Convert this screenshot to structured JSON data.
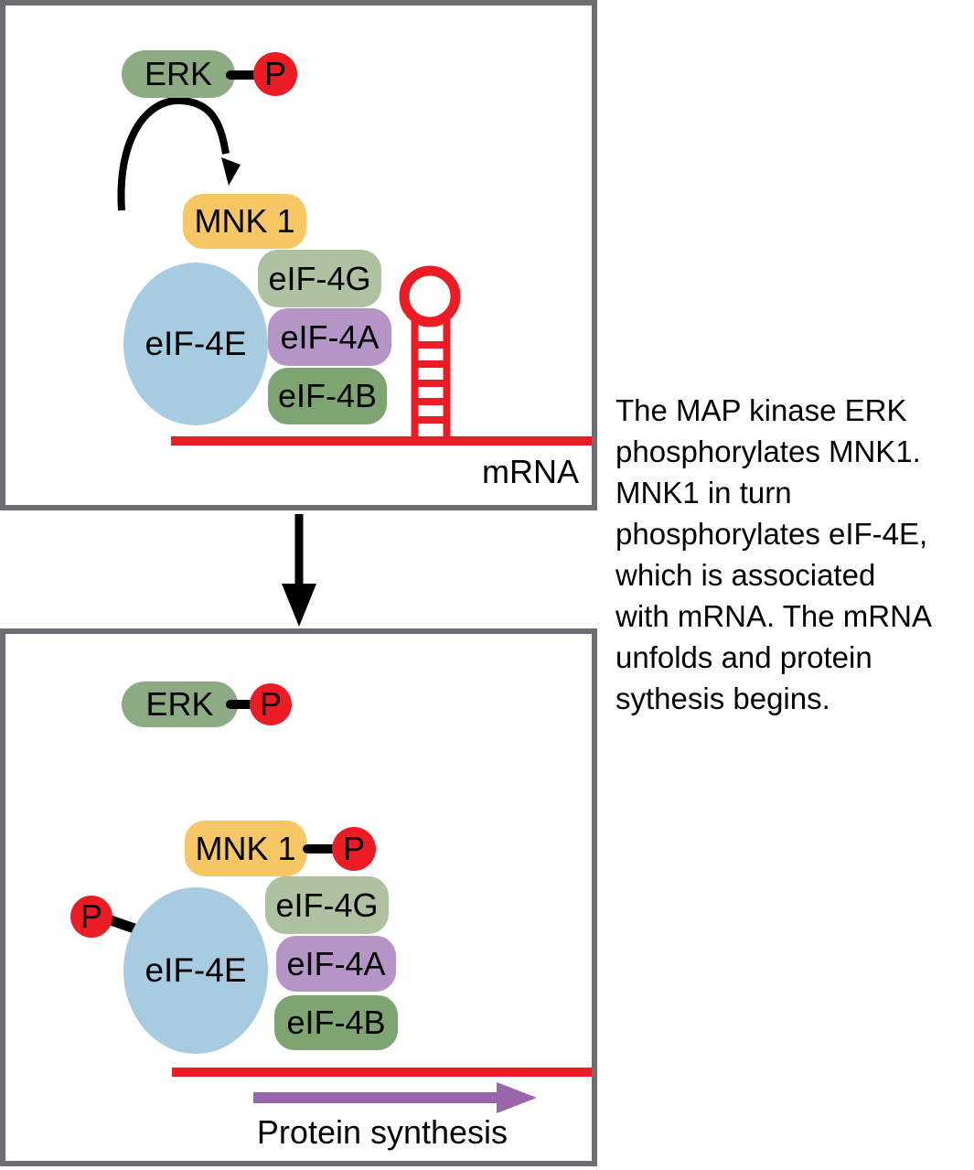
{
  "colors": {
    "panel_border": "#6d6e71",
    "erk_green": "#8cab82",
    "mnk_yellow": "#f7c665",
    "eif4g_sage": "#aec2a2",
    "eif4a_lilac": "#b495c6",
    "eif4b_green": "#7ea471",
    "eif4e_blue": "#a7cbe0",
    "phosphate_red": "#ec1c24",
    "mrna_red": "#ec1c24",
    "synthesis_purple": "#9866ab"
  },
  "top_panel": {
    "erk_label": "ERK",
    "phosphate_label": "P",
    "mnk1_label": "MNK 1",
    "eif4e_label": "eIF-4E",
    "eif4g_label": "eIF-4G",
    "eif4a_label": "eIF-4A",
    "eif4b_label": "eIF-4B",
    "mrna_label": "mRNA"
  },
  "bottom_panel": {
    "erk_label": "ERK",
    "erk_phosphate_label": "P",
    "mnk1_label": "MNK 1",
    "mnk1_phosphate_label": "P",
    "eif4e_label": "eIF-4E",
    "eif4e_phosphate_label": "P",
    "eif4g_label": "eIF-4G",
    "eif4a_label": "eIF-4A",
    "eif4b_label": "eIF-4B",
    "protein_synthesis_label": "Protein synthesis"
  },
  "caption": "The MAP kinase ERK\nphosphorylates MNK1.\nMNK1 in turn\nphosphorylates eIF-4E,\nwhich is associated\nwith mRNA. The mRNA\nunfolds and protein\nsythesis begins."
}
